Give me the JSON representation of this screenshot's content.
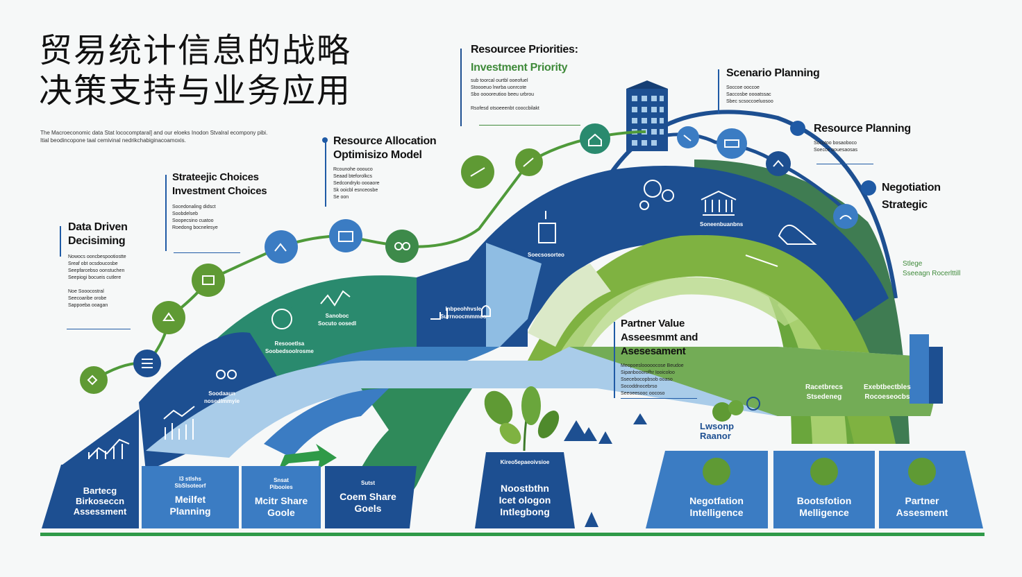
{
  "title": {
    "line1": "贸易统计信息的战略",
    "line2": "决策支持与业务应用"
  },
  "intro": "The Macroeconomic data Stat lococomptaral] and our eloeks Inodon Stvalral ecompony pibi. Itial beodincopone taal cemivinal nedrikchabiginacoamoxis.",
  "colors": {
    "navy": "#1d4f91",
    "blue": "#3b7cc3",
    "light_blue": "#8fbde3",
    "green": "#4f9a3a",
    "teal": "#2a8a6e",
    "bottom_line": "#2f9a48"
  },
  "labels": {
    "data_driven": {
      "title": "Data Driven\nDecisiming",
      "body": "Nowocs ooncbespootiostte\nSreaf obt ocsdoucosbe\nSeepfarcebso oonstuchen\nSeepiogi bocueis cutlere\n\nNoe Sooocostral\nSeecoaribe orobe\nSappoeba ooagan"
    },
    "strategic_choices": {
      "title": "Strateejic Choices\nInvestment Choices",
      "body": "Socedonaling didsct\nSoobdelseb\nSoopecsino cuatoo\nRoedong bocnelesye"
    },
    "resource_allocation": {
      "title": "Resource Allocation\nOptimisizo Model",
      "body": "Rcounohe ooouco\nSeaad bteforolkcs\nSedcondrylo oooaore\nSk ooicbl esnceosbe\nSe oon"
    },
    "resource_priorities": {
      "title": "Resourcee Priorities:",
      "subtitle": "Investment Priority",
      "body": "sub toorcal ourtbl ooeofuel\nStoooeuo lrwrba uonrcote\nSbo ooooreutioo beeu urbrou\n\nRsofesd otsoeeenbt cooccbilakt"
    },
    "scenario_planning": {
      "title": "Scenario Planning",
      "body": "Soccoe ooccoe\nSaccosbe oooatssac\nSbec scsoccoeluosoo"
    },
    "resource_planning": {
      "title": "Resource Planning",
      "body": "Socotoo bosaoboco\nSoecce oouesaosas"
    },
    "negotiation_strategic": {
      "title": "Negotiation\nStrategic"
    },
    "side_note": "Stlege\nSseeagn Rocerlttill",
    "partner_value": {
      "title": "Partner Value\nAsseesmmt and\nAsesesament",
      "body": "Meopoeslooooocose Beudoe\nSipanbooorofhr Iooicoloo\nSsecebocopbsob ooaso\nSocoddnocebrso\nSeeoeesooc oocoso"
    },
    "right_band": {
      "a": "Racetbrecs\nStsedeneg",
      "b": "Exebtbectbles\nRocoeseocbs"
    }
  },
  "arch_labels": {
    "l1": "Soodaaun\nnosedlmmyie",
    "l2": "Resooetlsa\nSoobedsoolrosme",
    "l3": "Sanoboc\nSocuto oosedl",
    "l4": "Inbpeohhvsle\nSurrnoocmmmoo",
    "l5": "Soecsosorteo",
    "l6": "Soneenbuanbns"
  },
  "cards": [
    {
      "title": "Bartecg\nBirkoseccn\nAssessment"
    },
    {
      "sub": "I3 stlshs\nSbSlsoteorf",
      "title": "Meilfet\nPlanning"
    },
    {
      "sub": "Snsat\nPibooies",
      "title": "Mcitr Share\nGoole"
    },
    {
      "sub": "Sutst",
      "title": "Coem Share\nGoels"
    },
    {
      "sub": "Kireo5epaeoivsioe",
      "title": "Noostbthn\nIcet ologon\nIntlegbong"
    },
    {
      "title": "Negotfation\nIntelligence"
    },
    {
      "title": "Bootsfotion\nMelligence"
    },
    {
      "title": "Partner\nAssesment"
    }
  ],
  "plants_caption": "Lwsonp\nRaanor"
}
